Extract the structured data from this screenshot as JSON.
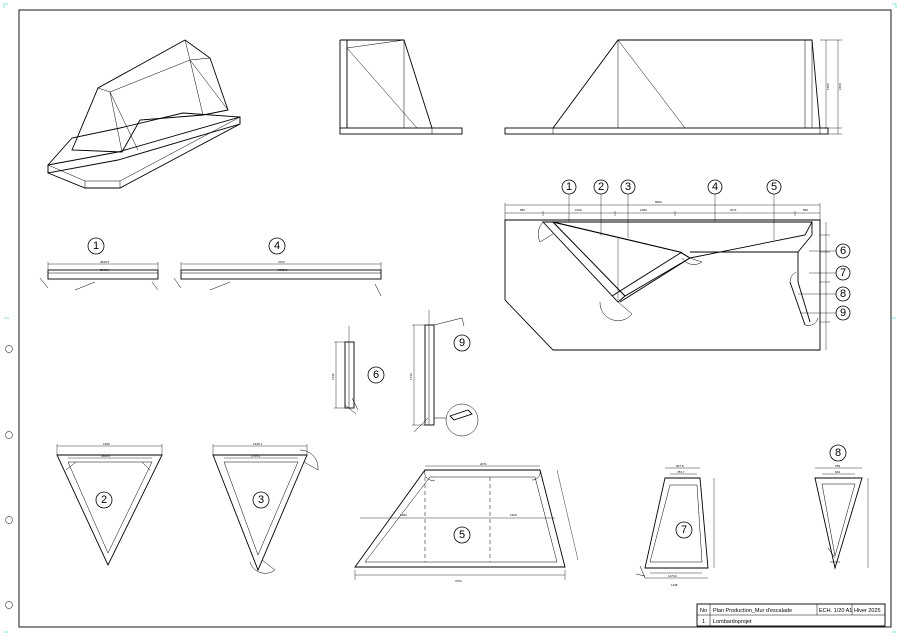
{
  "part_labels": {
    "p1": "1",
    "p2": "2",
    "p3": "3",
    "p4": "4",
    "p5": "5",
    "p6": "6",
    "p7": "7",
    "p8": "8",
    "p9": "9"
  },
  "title_block": {
    "col_no": "No",
    "title": "Plan Production_Mur d'escalade",
    "scale": "ECH. 1/20 A1",
    "season": "Hiver 2025",
    "row_no": "1",
    "company": "Lombardoprojet"
  },
  "dimensions": {
    "plan_total": "6860",
    "plan_seg1": "860",
    "plan_seg2": "1520",
    "plan_seg3": "1280",
    "plan_seg4": "2071",
    "plan_seg5": "860",
    "side_height_1": "1900",
    "side_height_2": "2400",
    "plate1_len": "2840.5",
    "plate1_len2": "2843.0",
    "plate4_len": "3764",
    "plate4_len2": "3765.0",
    "tri2_top": "1950",
    "tri2_inner": "1860.5",
    "tri3_top": "1945.1",
    "tri3_inner": "1765.3",
    "panel5_top": "2071",
    "panel5_bottom": "3764",
    "panel5_mid_left": "1280",
    "panel5_mid_right": "1520",
    "panel7_top": "907.8",
    "panel7_top2": "783.7",
    "panel7_bottom": "1170.0",
    "panel7_bottom2": "1138",
    "panel8_top": "789",
    "panel8_top2": "623",
    "plate6_len": "1138",
    "plate9_len": "1730"
  }
}
